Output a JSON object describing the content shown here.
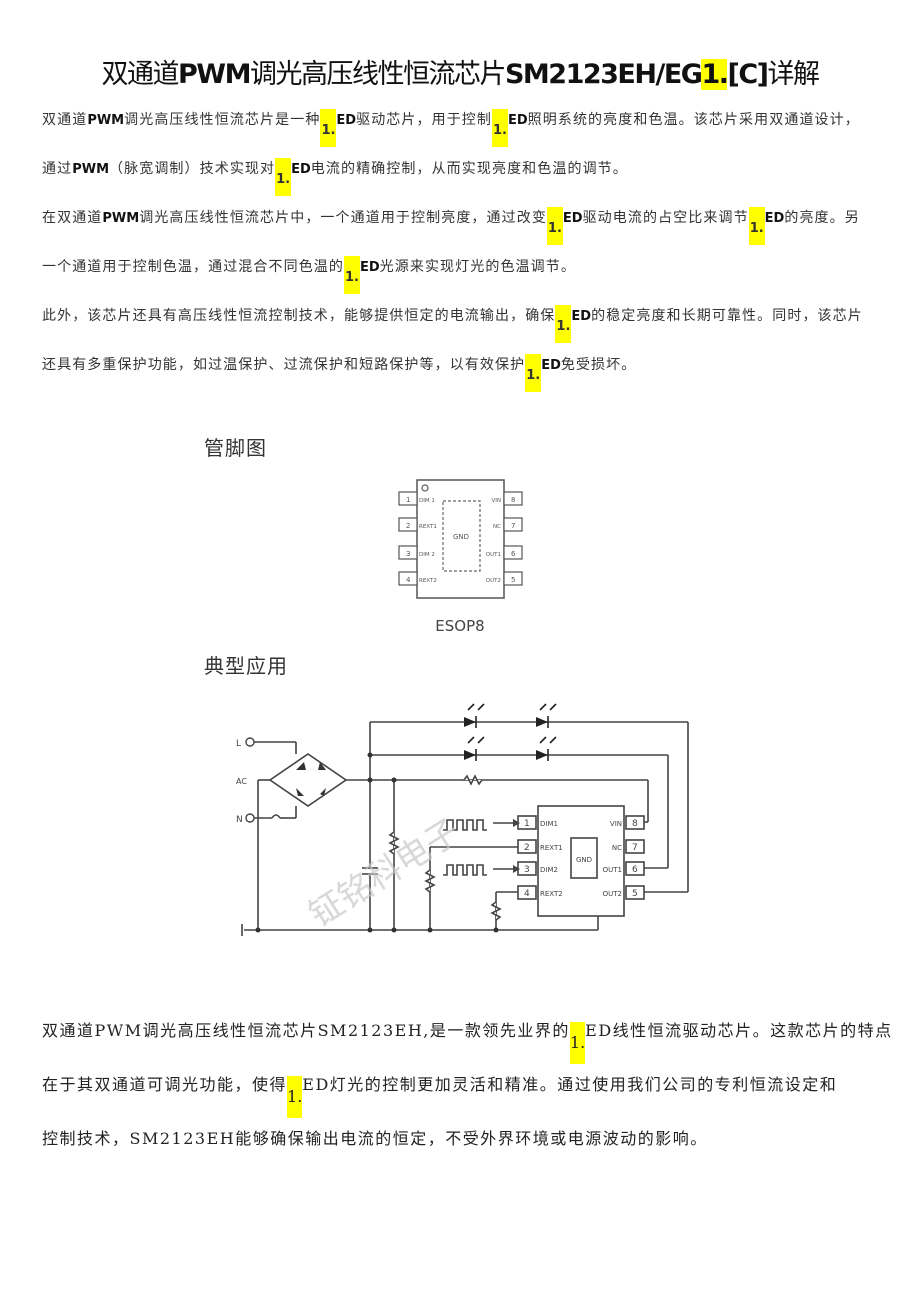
{
  "document": {
    "title": {
      "part1": "双通道",
      "part2": "PWM",
      "part3": "调光高压线性恒流芯片",
      "part4": "SM2123EH/EG",
      "marker": "1.",
      "part5": "[C]",
      "part6": "详解"
    },
    "paragraphs": [
      {
        "lines": [
          [
            "双通道",
            "PWM",
            "调光高压线性恒流芯片是一种",
            "1.",
            "ED",
            "驱动芯片，用于控制",
            "1.",
            "ED",
            "照明系统的亮度和色温。该芯片采用双通道设计，"
          ],
          [
            "通过",
            "PWM",
            "（脉宽调制）技术实现对",
            "1.",
            "ED",
            "电流的精确控制，从而实现亮度和色温的调节。"
          ]
        ]
      },
      {
        "lines": [
          [
            "在双通道",
            "PWM",
            "调光高压线性恒流芯片中，一个通道用于控制亮度，通过改变",
            "1.",
            "ED",
            "驱动电流的占空比来调节",
            "1.",
            "ED",
            "的亮度。另"
          ],
          [
            "一个通道用于控制色温，通过混合不同色温的",
            "1.",
            "ED",
            "光源来实现灯光的色温调节。"
          ]
        ]
      },
      {
        "lines": [
          [
            "此外，该芯片还具有高压线性恒流控制技术，能够提供恒定的电流输出，确保",
            "1.",
            "ED",
            "的稳定亮度和长期可靠性。同时，该芯片"
          ],
          [
            "还具有多重保护功能，如过温保护、过流保护和短路保护等，以有效保护",
            "1.",
            "ED",
            "免受损坏。"
          ]
        ]
      }
    ],
    "pinout": {
      "label": "管脚图",
      "package": "ESOP8",
      "center_pad": "GND",
      "left_pins": [
        {
          "num": "1",
          "name": "DIM 1"
        },
        {
          "num": "2",
          "name": "REXT1"
        },
        {
          "num": "3",
          "name": "DIM 2"
        },
        {
          "num": "4",
          "name": "REXT2"
        }
      ],
      "right_pins": [
        {
          "num": "8",
          "name": "VIN"
        },
        {
          "num": "7",
          "name": "NC"
        },
        {
          "num": "6",
          "name": "OUT1"
        },
        {
          "num": "5",
          "name": "OUT2"
        }
      ]
    },
    "application": {
      "label": "典型应用",
      "input_L": "L",
      "input_AC": "AC",
      "input_N": "N",
      "watermark": "钲铭科电子",
      "ic_center": "GND",
      "ic_left_pins": [
        {
          "num": "1",
          "name": "DIM1"
        },
        {
          "num": "2",
          "name": "REXT1"
        },
        {
          "num": "3",
          "name": "DIM2"
        },
        {
          "num": "4",
          "name": "REXT2"
        }
      ],
      "ic_right_pins": [
        {
          "num": "8",
          "name": "VIN"
        },
        {
          "num": "7",
          "name": "NC"
        },
        {
          "num": "6",
          "name": "OUT1"
        },
        {
          "num": "5",
          "name": "OUT2"
        }
      ]
    },
    "summary": {
      "line1_a": "双通道PWM调光高压线性恒流芯片SM2123EH,是一款领先业界的",
      "line1_mk": "1.",
      "line1_b": "ED线性恒流驱动芯片。这款芯片的特点",
      "line2_a": "在于其双通道可调光功能，使得",
      "line2_mk": "1.",
      "line2_b": "ED灯光的控制更加灵活和精准。通过使用我们公司的专利恒流设定和",
      "line3": "控制技术，SM2123EH能够确保输出电流的恒定，不受外界环境或电源波动的影响。"
    },
    "colors": {
      "highlight": "#ffff00",
      "text": "#222222"
    }
  }
}
